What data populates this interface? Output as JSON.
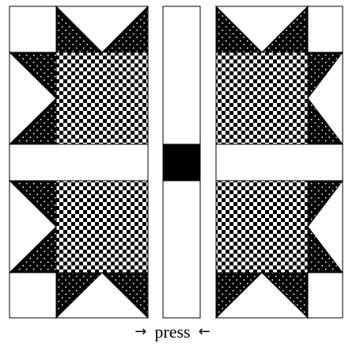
{
  "caption": {
    "text": "press",
    "left_arrow": "→",
    "right_arrow": "←"
  },
  "colors": {
    "dark": "#000000",
    "light": "#ffffff",
    "dots": "#ffffff"
  },
  "patterns": {
    "center": "checkerboard",
    "star_points": "black-with-white-dots"
  }
}
